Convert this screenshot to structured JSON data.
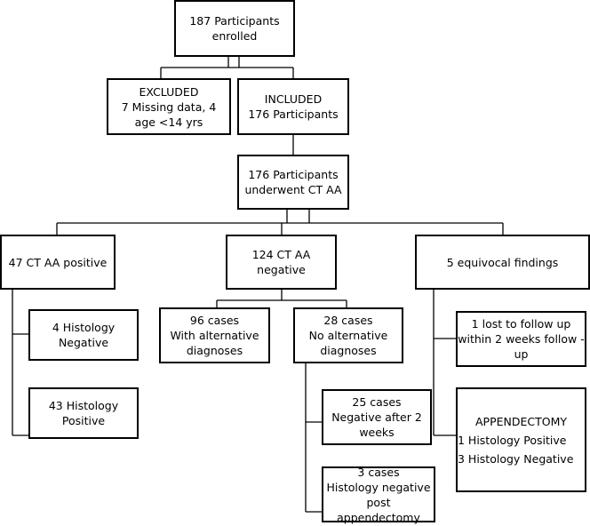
{
  "enrolled": {
    "line1": "187 Participants",
    "line2": "enrolled"
  },
  "excluded": {
    "title": "EXCLUDED",
    "line1": "7 Missing data, 4",
    "line2": "age <14 yrs"
  },
  "included": {
    "title": "INCLUDED",
    "line1": "176 Participants"
  },
  "ct": {
    "line1": "176 Participants",
    "line2": "underwent CT AA"
  },
  "positive": {
    "label": "47 CT AA positive"
  },
  "negative": {
    "label": "124 CT AA negative"
  },
  "equivocal": {
    "label": "5 equivocal findings"
  },
  "hist_neg": {
    "line1": "4 Histology",
    "line2": "Negative"
  },
  "hist_pos": {
    "line1": "43 Histology",
    "line2": "Positive"
  },
  "alt": {
    "line1": "96 cases",
    "line2": "With alternative",
    "line3": "diagnoses"
  },
  "no_alt": {
    "line1": "28 cases",
    "line2": "No alternative",
    "line3": "diagnoses"
  },
  "neg_after": {
    "line1": "25 cases",
    "line2": "Negative after 2",
    "line3": "weeks"
  },
  "hist_neg_post": {
    "line1": "3 cases",
    "line2": "Histology negative",
    "line3": "post appendectomy"
  },
  "lost": {
    "line1": "1 lost to follow up",
    "line2": "within 2 weeks follow -",
    "line3": "up"
  },
  "appendectomy": {
    "title": "APPENDECTOMY",
    "line1": "1 Histology Positive",
    "line2": "3 Histology Negative"
  }
}
